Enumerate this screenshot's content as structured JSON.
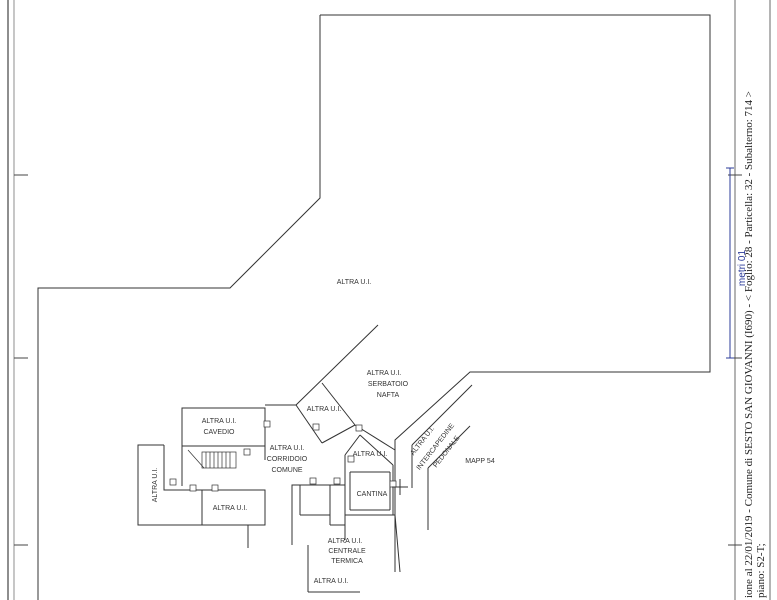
{
  "labels": {
    "main": "ALTRA U.I.",
    "serbatoio": [
      "ALTRA U.I.",
      "SERBATOIO",
      "NAFTA"
    ],
    "small_mid": "ALTRA U.I.",
    "cavedio": [
      "ALTRA U.I.",
      "CAVEDIO"
    ],
    "corridoio": [
      "ALTRA U.I.",
      "CORRIDOIO",
      "COMUNE"
    ],
    "small_right": "ALTRA U.I.",
    "intercapedine": [
      "ALTRA U.I.",
      "INTERCAPEDINE",
      "PEDONALE"
    ],
    "mapp": "MAPP 54",
    "vertical_left": "ALTRA U.I.",
    "bottom_left": "ALTRA U.I.",
    "cantina": "CANTINA",
    "centrale": [
      "ALTRA U.I.",
      "CENTRALE",
      "TERMICA"
    ],
    "bottom": "ALTRA U.I."
  },
  "sidebar": {
    "line1": "ione al 22/01/2019 - Comune di SESTO SAN GIOVANNI (I690) - < Foglio: 28 - Particella: 32 - Subalterno: 714 >",
    "line2": "piano: S2-T;"
  },
  "scale_label": "metri 01",
  "colors": {
    "line": "#333333",
    "scale": "#2b3b9a"
  }
}
